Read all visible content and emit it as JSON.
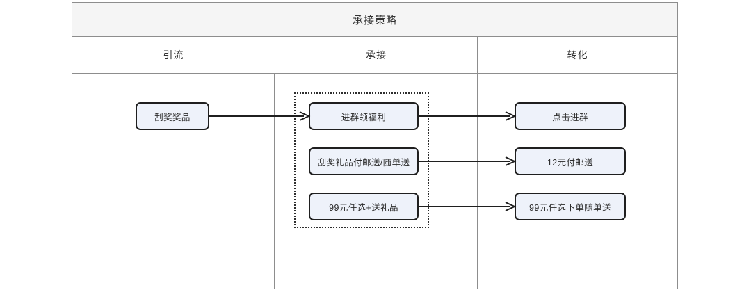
{
  "table": {
    "title": "承接策略",
    "columns": [
      {
        "label": "引流"
      },
      {
        "label": "承接"
      },
      {
        "label": "转化"
      }
    ]
  },
  "flow": {
    "source": {
      "label": "刮奖奖品"
    },
    "middle": [
      {
        "label": "进群领福利"
      },
      {
        "label": "刮奖礼品付邮送/随单送"
      },
      {
        "label": "99元任选+送礼品"
      }
    ],
    "right": [
      {
        "label": "点击进群"
      },
      {
        "label": "12元付邮送"
      },
      {
        "label": "99元任选下单随单送"
      }
    ]
  },
  "style": {
    "node_fill": "#eef2fa",
    "node_border": "#1f1f1f",
    "header_fill": "#f5f5f5",
    "table_border": "#8d8d8d",
    "arrow_color": "#1f1f1f",
    "group_border": "#2d2d2d"
  }
}
